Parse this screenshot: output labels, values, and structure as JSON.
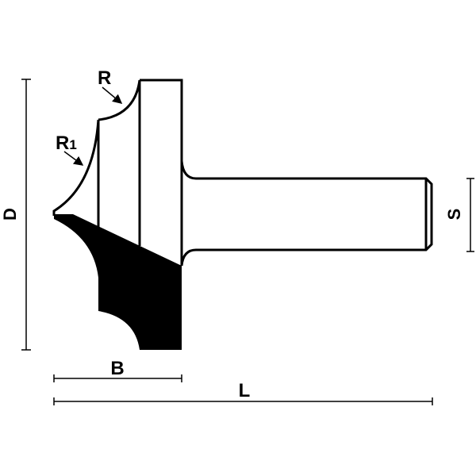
{
  "labels": {
    "D": "D",
    "S": "S",
    "B": "B",
    "L": "L",
    "R": "R",
    "R1_main": "R",
    "R1_sub": "1"
  },
  "colors": {
    "ink": "#000000",
    "background": "#ffffff"
  }
}
